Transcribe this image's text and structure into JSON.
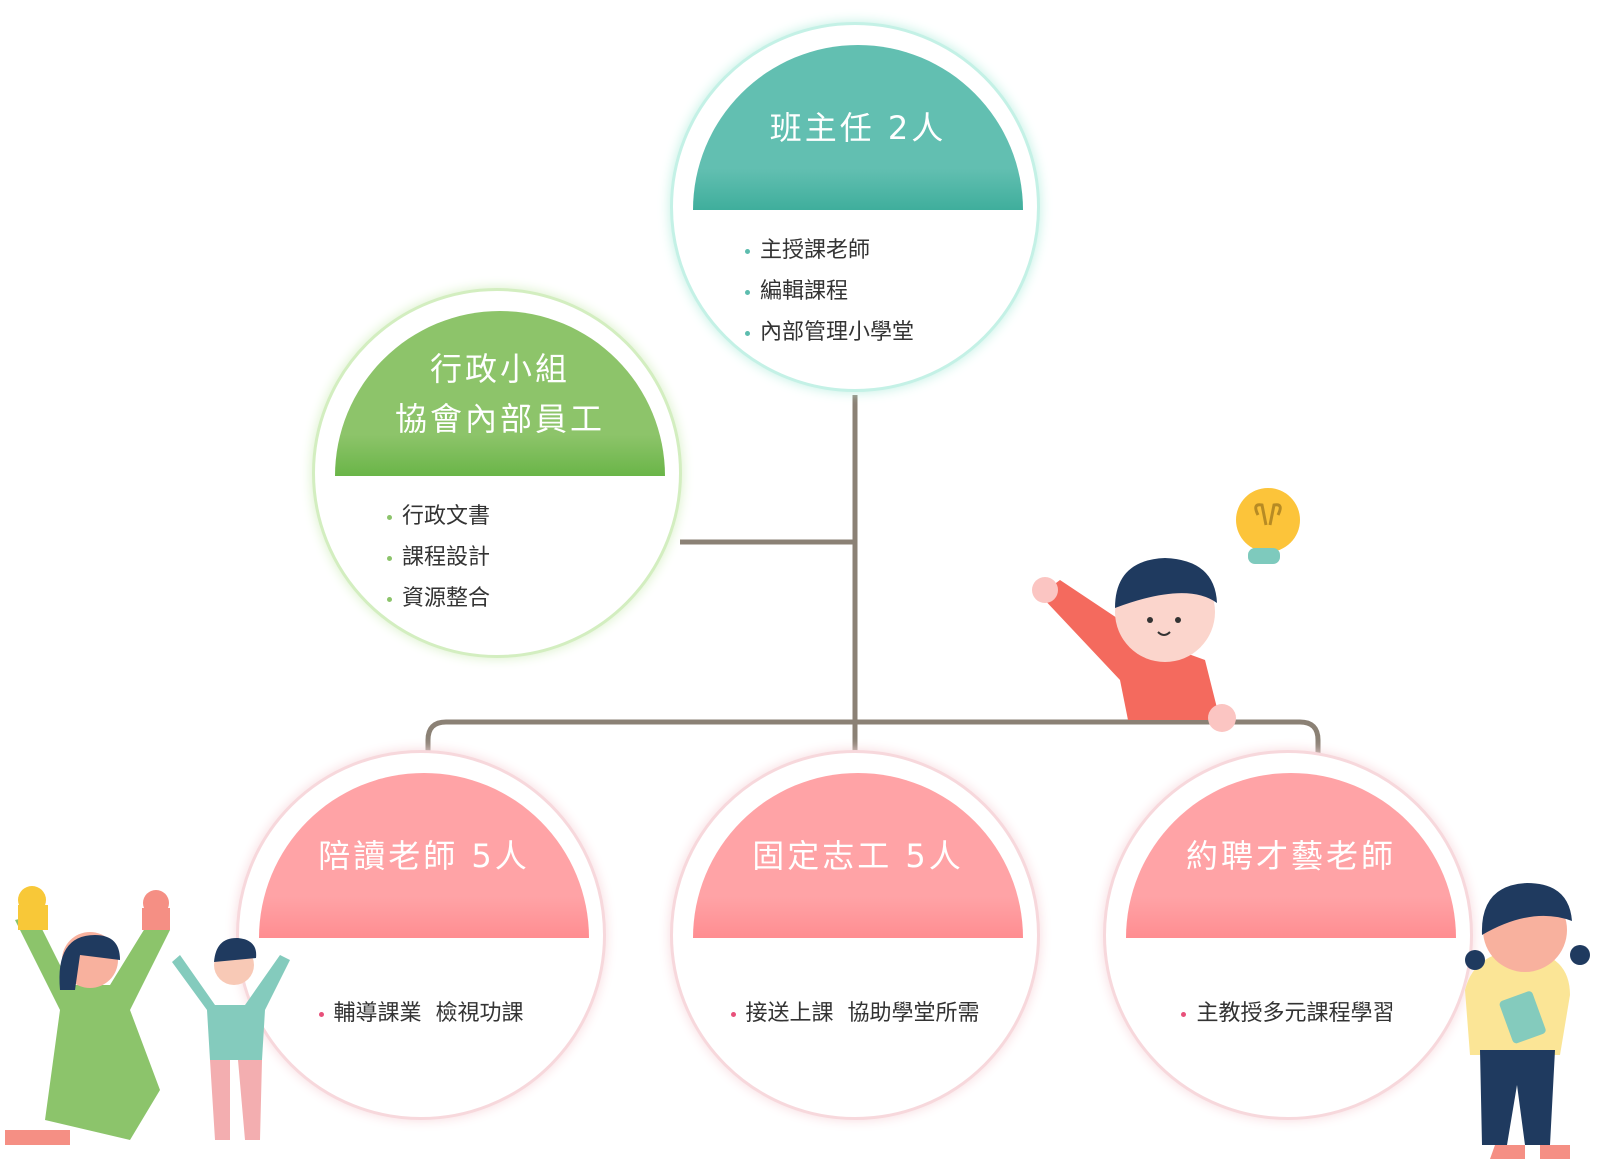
{
  "nodes": {
    "head_teacher": {
      "title": "班主任 2人",
      "items": [
        "主授課老師",
        "編輯課程",
        "內部管理小學堂"
      ],
      "color": "#62bfb1"
    },
    "admin": {
      "title_line1": "行政小組",
      "title_line2": "協會內部員工",
      "items": [
        "行政文書",
        "課程設計",
        "資源整合"
      ],
      "color": "#8dc46a"
    },
    "tutors": {
      "title": "陪讀老師 5人",
      "items": [
        "輔導課業  檢視功課"
      ],
      "color": "#ffa3a6"
    },
    "volunteers": {
      "title": "固定志工 5人",
      "items": [
        "接送上課  協助學堂所需"
      ],
      "color": "#ffa3a6"
    },
    "art_teachers": {
      "title": "約聘才藝老師",
      "items": [
        "主教授多元課程學習"
      ],
      "color": "#ffa3a6"
    }
  },
  "connector_color": "#8b8175"
}
